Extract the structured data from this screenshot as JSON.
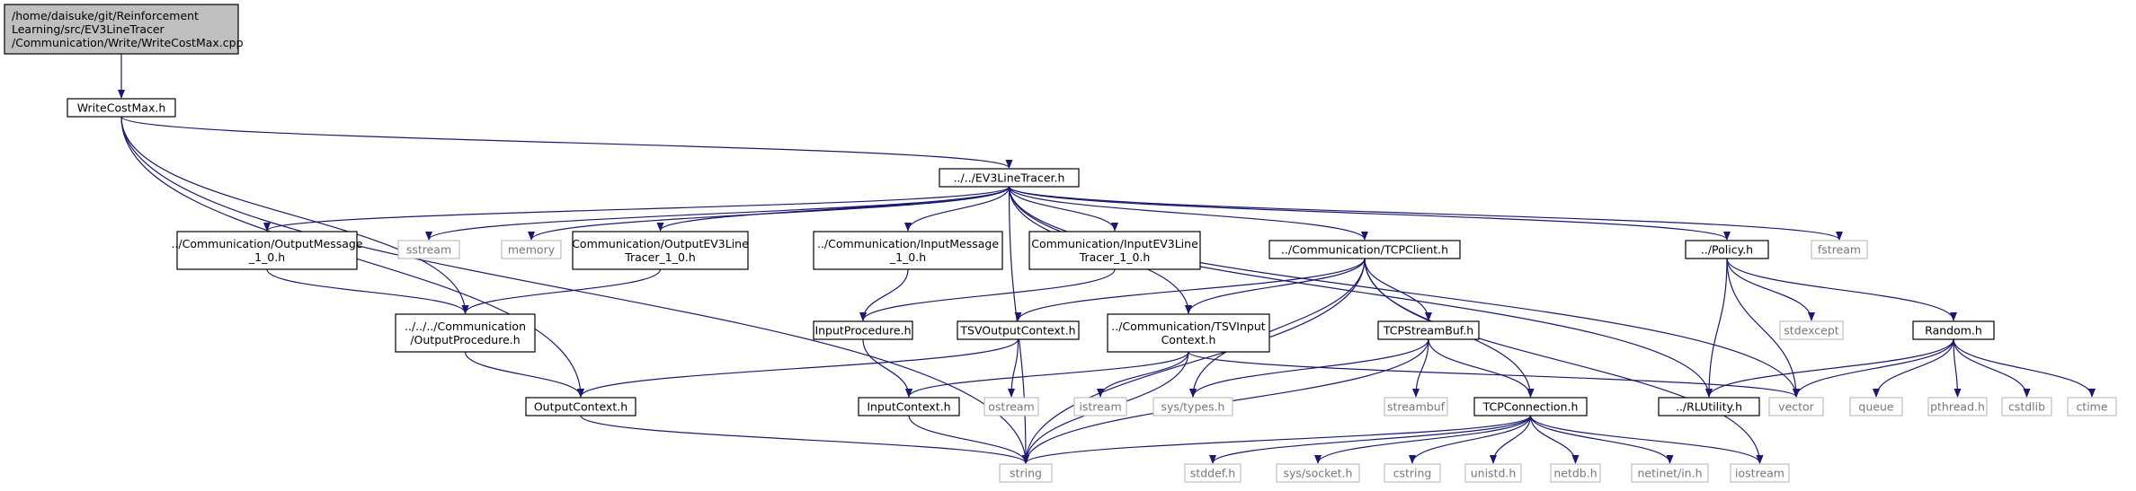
{
  "title": "",
  "colors": {
    "edge": "#191970",
    "root_fill": "#bfbfbf",
    "box_stroke": "#000000",
    "external_stroke": "#bfbfbf",
    "external_text": "#777777",
    "background": "#ffffff"
  },
  "nodes": [
    {
      "id": "root",
      "lines": [
        "/home/daisuke/git/Reinforcement",
        "Learning/src/EV3LineTracer",
        "/Communication/Write/WriteCostMax.cpp"
      ],
      "kind": "root"
    },
    {
      "id": "writecostmax",
      "lines": [
        "WriteCostMax.h"
      ],
      "kind": "header"
    },
    {
      "id": "ev3linetracer",
      "lines": [
        "../../EV3LineTracer.h"
      ],
      "kind": "header"
    },
    {
      "id": "outputmessage",
      "lines": [
        "../Communication/OutputMessage",
        "_1_0.h"
      ],
      "kind": "header"
    },
    {
      "id": "sstream",
      "lines": [
        "sstream"
      ],
      "kind": "external"
    },
    {
      "id": "memory",
      "lines": [
        "memory"
      ],
      "kind": "external"
    },
    {
      "id": "outputev3",
      "lines": [
        "Communication/OutputEV3Line",
        "Tracer_1_0.h"
      ],
      "kind": "header"
    },
    {
      "id": "inputmessage",
      "lines": [
        "../Communication/InputMessage",
        "_1_0.h"
      ],
      "kind": "header"
    },
    {
      "id": "inputev3",
      "lines": [
        "Communication/InputEV3Line",
        "Tracer_1_0.h"
      ],
      "kind": "header"
    },
    {
      "id": "tcpclient",
      "lines": [
        "../Communication/TCPClient.h"
      ],
      "kind": "header"
    },
    {
      "id": "policy",
      "lines": [
        "../Policy.h"
      ],
      "kind": "header"
    },
    {
      "id": "fstream",
      "lines": [
        "fstream"
      ],
      "kind": "external"
    },
    {
      "id": "outputprocedure",
      "lines": [
        "../../../Communication",
        "/OutputProcedure.h"
      ],
      "kind": "header"
    },
    {
      "id": "inputprocedure",
      "lines": [
        "InputProcedure.h"
      ],
      "kind": "header"
    },
    {
      "id": "tsvoutput",
      "lines": [
        "TSVOutputContext.h"
      ],
      "kind": "header"
    },
    {
      "id": "tsvinput",
      "lines": [
        "../Communication/TSVInput",
        "Context.h"
      ],
      "kind": "header"
    },
    {
      "id": "tcpstreambuf",
      "lines": [
        "TCPStreamBuf.h"
      ],
      "kind": "header"
    },
    {
      "id": "stdexcept",
      "lines": [
        "stdexcept"
      ],
      "kind": "external"
    },
    {
      "id": "random",
      "lines": [
        "Random.h"
      ],
      "kind": "header"
    },
    {
      "id": "outputcontext",
      "lines": [
        "OutputContext.h"
      ],
      "kind": "header"
    },
    {
      "id": "inputcontext",
      "lines": [
        "InputContext.h"
      ],
      "kind": "header"
    },
    {
      "id": "ostream",
      "lines": [
        "ostream"
      ],
      "kind": "external"
    },
    {
      "id": "istream",
      "lines": [
        "istream"
      ],
      "kind": "external"
    },
    {
      "id": "systypes",
      "lines": [
        "sys/types.h"
      ],
      "kind": "external"
    },
    {
      "id": "streambuf",
      "lines": [
        "streambuf"
      ],
      "kind": "external"
    },
    {
      "id": "tcpconnection",
      "lines": [
        "TCPConnection.h"
      ],
      "kind": "header"
    },
    {
      "id": "rlutility",
      "lines": [
        "../RLUtility.h"
      ],
      "kind": "header"
    },
    {
      "id": "vector",
      "lines": [
        "vector"
      ],
      "kind": "external"
    },
    {
      "id": "queue",
      "lines": [
        "queue"
      ],
      "kind": "external"
    },
    {
      "id": "pthread",
      "lines": [
        "pthread.h"
      ],
      "kind": "external"
    },
    {
      "id": "cstdlib",
      "lines": [
        "cstdlib"
      ],
      "kind": "external"
    },
    {
      "id": "ctime",
      "lines": [
        "ctime"
      ],
      "kind": "external"
    },
    {
      "id": "string",
      "lines": [
        "string"
      ],
      "kind": "external"
    },
    {
      "id": "stddef",
      "lines": [
        "stddef.h"
      ],
      "kind": "external"
    },
    {
      "id": "syssocket",
      "lines": [
        "sys/socket.h"
      ],
      "kind": "external"
    },
    {
      "id": "cstring",
      "lines": [
        "cstring"
      ],
      "kind": "external"
    },
    {
      "id": "unistd",
      "lines": [
        "unistd.h"
      ],
      "kind": "external"
    },
    {
      "id": "netdb",
      "lines": [
        "netdb.h"
      ],
      "kind": "external"
    },
    {
      "id": "netinet",
      "lines": [
        "netinet/in.h"
      ],
      "kind": "external"
    },
    {
      "id": "iostream",
      "lines": [
        "iostream"
      ],
      "kind": "external"
    }
  ],
  "edges": [
    [
      "root",
      "writecostmax"
    ],
    [
      "writecostmax",
      "ev3linetracer"
    ],
    [
      "writecostmax",
      "outputprocedure"
    ],
    [
      "writecostmax",
      "outputcontext"
    ],
    [
      "writecostmax",
      "string"
    ],
    [
      "ev3linetracer",
      "outputmessage"
    ],
    [
      "ev3linetracer",
      "sstream"
    ],
    [
      "ev3linetracer",
      "memory"
    ],
    [
      "ev3linetracer",
      "outputev3"
    ],
    [
      "ev3linetracer",
      "inputmessage"
    ],
    [
      "ev3linetracer",
      "inputev3"
    ],
    [
      "ev3linetracer",
      "tcpclient"
    ],
    [
      "ev3linetracer",
      "policy"
    ],
    [
      "ev3linetracer",
      "fstream"
    ],
    [
      "ev3linetracer",
      "tsvinput"
    ],
    [
      "ev3linetracer",
      "rlutility"
    ],
    [
      "ev3linetracer",
      "vector"
    ],
    [
      "ev3linetracer",
      "string"
    ],
    [
      "outputmessage",
      "outputprocedure"
    ],
    [
      "outputev3",
      "outputprocedure"
    ],
    [
      "outputprocedure",
      "outputcontext"
    ],
    [
      "inputmessage",
      "inputprocedure"
    ],
    [
      "inputev3",
      "inputprocedure"
    ],
    [
      "inputprocedure",
      "inputcontext"
    ],
    [
      "tcpclient",
      "tsvoutput"
    ],
    [
      "tcpclient",
      "tsvinput"
    ],
    [
      "tcpclient",
      "tcpstreambuf"
    ],
    [
      "tcpclient",
      "tcpconnection"
    ],
    [
      "tcpclient",
      "systypes"
    ],
    [
      "tcpclient",
      "iostream"
    ],
    [
      "tcpclient",
      "string"
    ],
    [
      "tsvoutput",
      "outputcontext"
    ],
    [
      "tsvoutput",
      "ostream"
    ],
    [
      "tsvinput",
      "inputcontext"
    ],
    [
      "tsvinput",
      "istream"
    ],
    [
      "tsvinput",
      "vector"
    ],
    [
      "tsvinput",
      "string"
    ],
    [
      "tcpstreambuf",
      "systypes"
    ],
    [
      "tcpstreambuf",
      "streambuf"
    ],
    [
      "tcpstreambuf",
      "tcpconnection"
    ],
    [
      "tcpstreambuf",
      "string"
    ],
    [
      "policy",
      "stdexcept"
    ],
    [
      "policy",
      "random"
    ],
    [
      "policy",
      "rlutility"
    ],
    [
      "policy",
      "vector"
    ],
    [
      "random",
      "rlutility"
    ],
    [
      "random",
      "vector"
    ],
    [
      "random",
      "queue"
    ],
    [
      "random",
      "pthread"
    ],
    [
      "random",
      "cstdlib"
    ],
    [
      "random",
      "ctime"
    ],
    [
      "outputcontext",
      "string"
    ],
    [
      "inputcontext",
      "string"
    ],
    [
      "tcpconnection",
      "string"
    ],
    [
      "tcpconnection",
      "stddef"
    ],
    [
      "tcpconnection",
      "syssocket"
    ],
    [
      "tcpconnection",
      "cstring"
    ],
    [
      "tcpconnection",
      "unistd"
    ],
    [
      "tcpconnection",
      "netdb"
    ],
    [
      "tcpconnection",
      "netinet"
    ],
    [
      "tcpconnection",
      "iostream"
    ]
  ]
}
